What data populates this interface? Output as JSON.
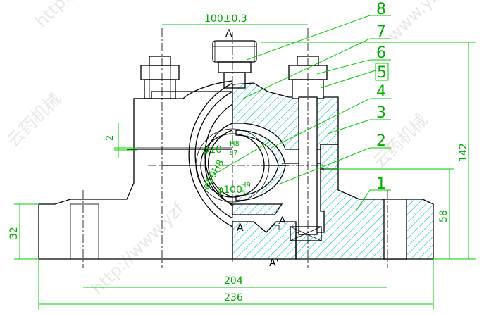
{
  "dimensions": {
    "center_distance": "100±0.3",
    "total_height": "142",
    "center_height": "58",
    "base_height": "32",
    "gap": "2",
    "bolt_span": "204",
    "overall_length": "236",
    "fit_shaft": "φ10",
    "fit_shaft_num": "H8",
    "fit_shaft_den": "s7",
    "fit_mid": "φ50H8",
    "fit_bore": "φ100",
    "fit_bore_num": "H9",
    "fit_bore_den": "f9"
  },
  "part_labels": [
    "1",
    "2",
    "3",
    "4",
    "5",
    "6",
    "7",
    "8"
  ],
  "section_marks": {
    "top": "A",
    "left": "A",
    "right": "A",
    "bottom": "A'"
  },
  "watermarks": [
    "http://www.yzf",
    "云药机械",
    "http://www.yzf",
    "云药机械",
    "www.yzfjx.com"
  ],
  "colors": {
    "outline": "#000000",
    "dimension": "#00cc00",
    "hatch": "#00bcd4"
  }
}
